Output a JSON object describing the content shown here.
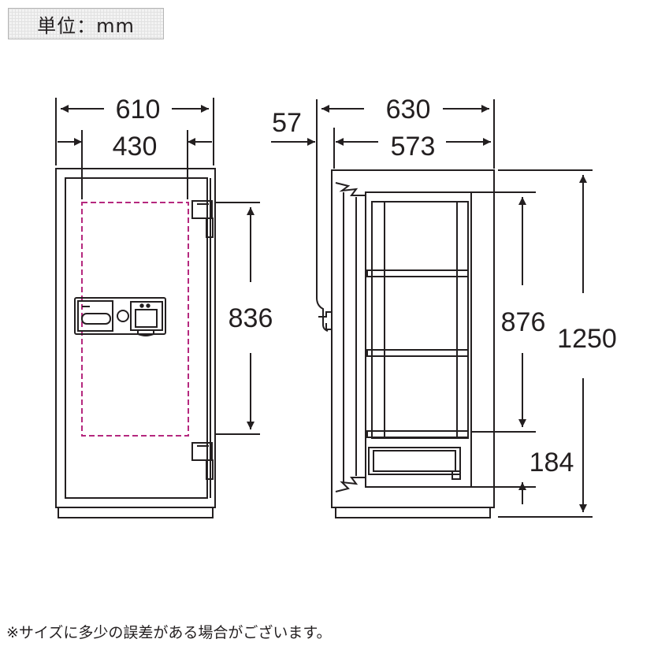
{
  "unit_label": "単位：mm",
  "dimensions": {
    "front_total_width": "610",
    "front_inner_width": "430",
    "front_inner_height": "836",
    "side_total_depth": "630",
    "side_inner_depth": "573",
    "side_door_thickness": "57",
    "side_inner_height": "876",
    "side_drawer_height": "184",
    "total_height": "1250"
  },
  "footnote": "※サイズに多少の誤差がある場合がございます。",
  "colors": {
    "line": "#231f20",
    "dashed_area": "#b5287e",
    "label_background": "#f3f3f3"
  }
}
